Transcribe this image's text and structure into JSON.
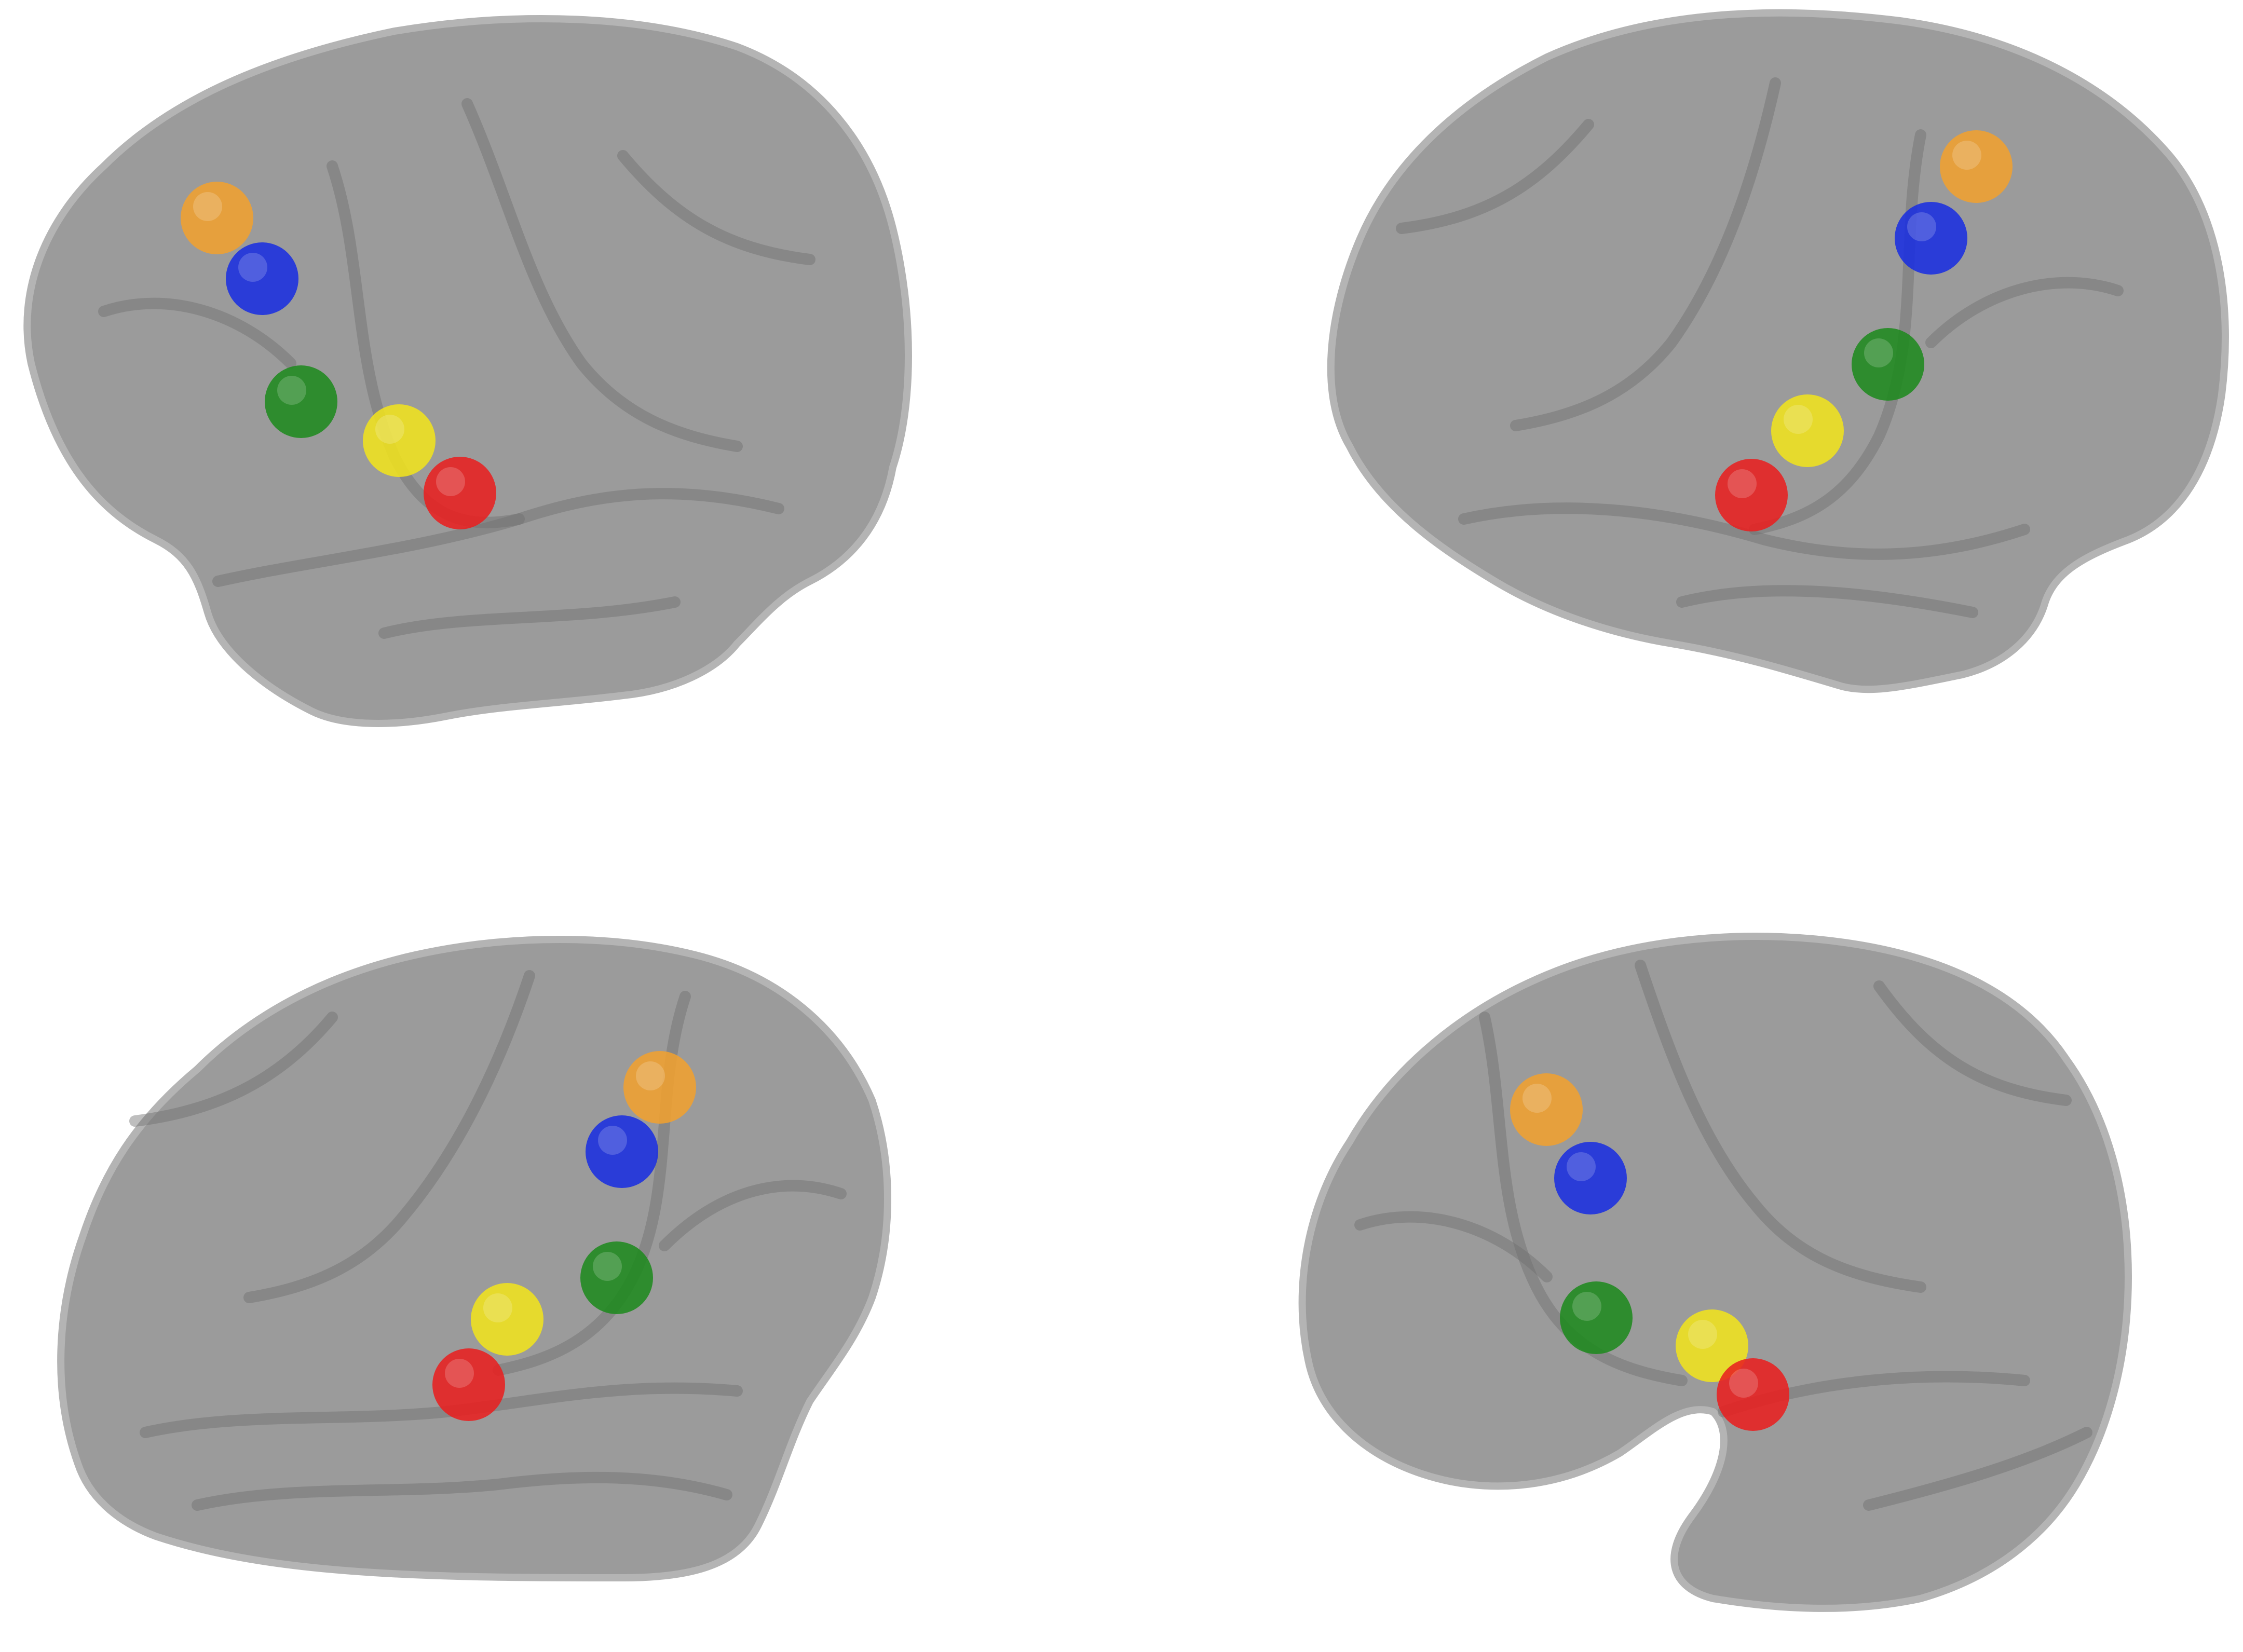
{
  "figure": {
    "background": "#ffffff",
    "brain_fill": "#8a8a8a",
    "brain_edge": "#b4b4b4",
    "brain_fold": "#6e6e6e",
    "views": [
      {
        "name": "left-lateral-view"
      },
      {
        "name": "right-lateral-view"
      },
      {
        "name": "left-lateral-view-2"
      },
      {
        "name": "right-lateral-view-2"
      }
    ],
    "electrodes": [
      {
        "name": "orange",
        "color": "#f0a030"
      },
      {
        "name": "blue",
        "color": "#1a2fe0"
      },
      {
        "name": "green",
        "color": "#1f8a1f"
      },
      {
        "name": "yellow",
        "color": "#f0e21e"
      },
      {
        "name": "red",
        "color": "#e82020"
      }
    ]
  }
}
